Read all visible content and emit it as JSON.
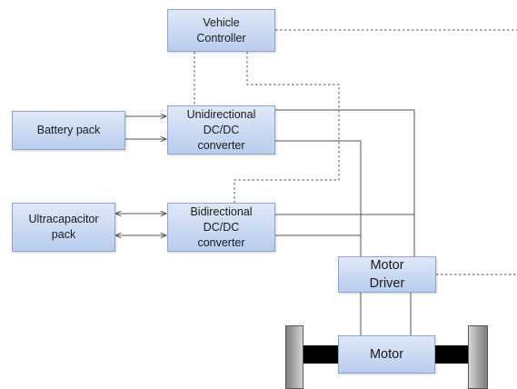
{
  "blocks": {
    "vehicle_controller": [
      "Vehicle",
      "Controller"
    ],
    "battery_pack": [
      "Battery pack"
    ],
    "unidirectional_converter": [
      "Unidirectional",
      "DC/DC",
      "converter"
    ],
    "ultracapacitor_pack": [
      "Ultracapacitor",
      "pack"
    ],
    "bidirectional_converter": [
      "Bidirectional",
      "DC/DC",
      "converter"
    ],
    "motor_driver": [
      "Motor",
      "Driver"
    ],
    "motor": [
      "Motor"
    ]
  },
  "colors": {
    "block_fill_top": "#dfe8f7",
    "block_fill_bottom": "#b9cdef",
    "block_border": "#8aa6d6",
    "wire": "#555555",
    "axle": "#000000",
    "wheel": "#a8a8a8"
  }
}
